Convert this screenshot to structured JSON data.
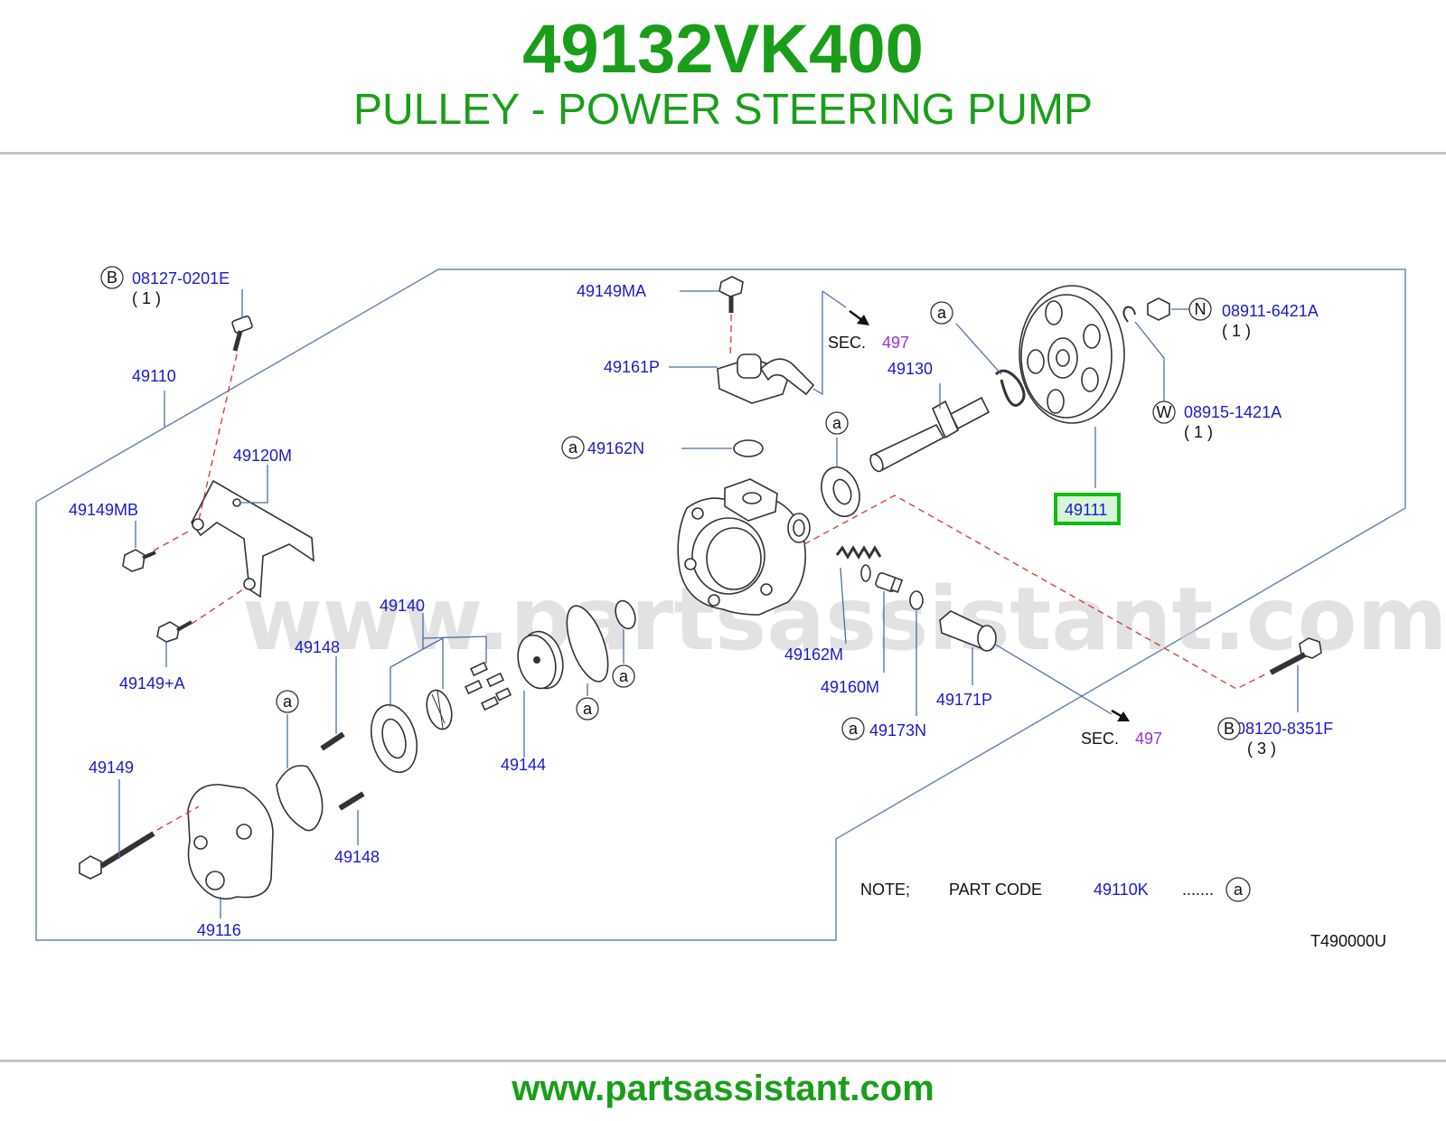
{
  "header": {
    "part_number": "49132VK400",
    "part_name": "PULLEY - POWER STEERING PUMP"
  },
  "footer": {
    "url": "www.partsassistant.com"
  },
  "watermark": "www.partsassistant.com",
  "diagram": {
    "code": "T490000U",
    "note": {
      "prefix": "NOTE;",
      "label": "PART  CODE",
      "code": "49110K",
      "dots": ".......",
      "marker": "a"
    },
    "labels": {
      "p08127": "08127-0201E",
      "p08127_qty": "( 1 )",
      "p49110": "49110",
      "p49120M": "49120M",
      "p49149MB": "49149MB",
      "p49149A": "49149+A",
      "p49149": "49149",
      "p49116": "49116",
      "p49148_a": "49148",
      "p49148_b": "49148",
      "p49140": "49140",
      "p49144": "49144",
      "p49149MA": "49149MA",
      "p49161P": "49161P",
      "p49162N": "49162N",
      "p49130": "49130",
      "p49111": "49111",
      "p08911": "08911-6421A",
      "p08911_qty": "( 1 )",
      "p08915": "08915-1421A",
      "p08915_qty": "( 1 )",
      "p49162M": "49162M",
      "p49160M": "49160M",
      "p49173N": "49173N",
      "p49171P": "49171P",
      "p08120": "08120-8351F",
      "p08120_qty": "( 3 )"
    },
    "markers": {
      "a": "a",
      "B": "B",
      "N": "N",
      "W": "W"
    },
    "sec_refs": [
      {
        "prefix": "SEC.",
        "number": "497"
      },
      {
        "prefix": "SEC.",
        "number": "497"
      }
    ],
    "highlight_part": "49111",
    "colors": {
      "title_green": "#1a9e1a",
      "label_blue": "#1a1acc",
      "sec_purple": "#9933cc",
      "highlight_green": "#11bb11",
      "highlight_fill": "#d8f5d8"
    }
  }
}
